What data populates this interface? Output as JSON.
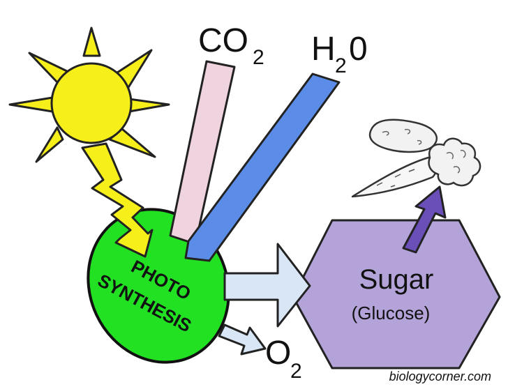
{
  "labels": {
    "co2_main": "CO",
    "co2_sub": "2",
    "h2o_h": "H",
    "h2o_sub": "2",
    "h2o_o": "0",
    "photo": "PHOTO",
    "synthesis": "SYNTHESIS",
    "sugar": "Sugar",
    "glucose": "(Glucose)",
    "o2_main": "O",
    "o2_sub": "2",
    "watermark": "biologycorner.com"
  },
  "colors": {
    "sun": "#f7ef1a",
    "leaf": "#22e022",
    "co2_arrow": "#efd3df",
    "h2o_arrow": "#5b8de8",
    "product_arrow": "#d9e6f5",
    "hexagon": "#b3a3d9",
    "up_arrow": "#6a4fb8"
  },
  "icons": [
    "sun-icon",
    "lightning-bolt-icon",
    "potato-icon",
    "carrot-icon"
  ]
}
